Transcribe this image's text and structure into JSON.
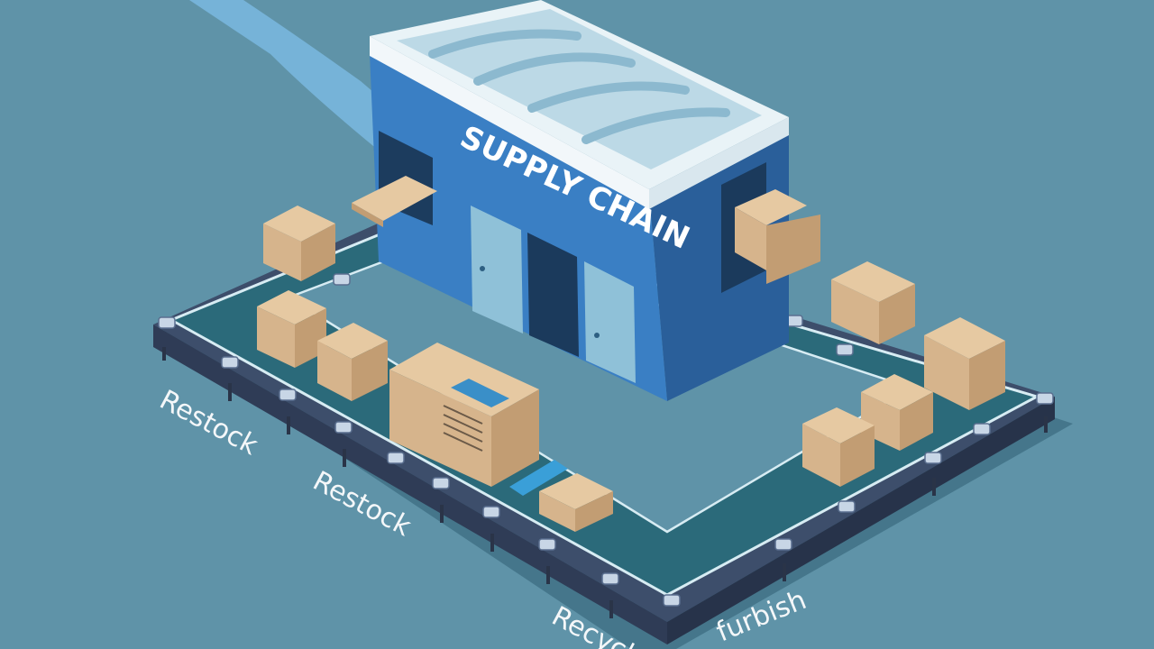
{
  "building": {
    "sign": "SUPPLY CHAIN"
  },
  "labels": {
    "restock_1": "Restock",
    "restock_2": "Restock",
    "recycle": "Recycl",
    "refurbish": "furbish"
  },
  "colors": {
    "background": "#5f93a8",
    "conveyor_belt": "#2b6a7a",
    "conveyor_rail": "#3d4e6b",
    "building_front": "#3a7fc4",
    "building_side": "#2a5f9a",
    "roof": "#c9e3ef",
    "box": "#d6b48c"
  },
  "icons": [
    "warehouse-icon",
    "cardboard-box-icon",
    "conveyor-belt-icon"
  ]
}
